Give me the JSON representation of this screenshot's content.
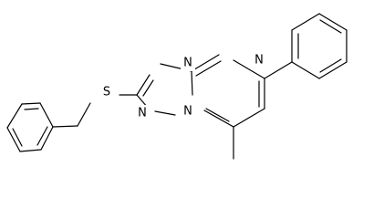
{
  "atoms": {
    "S": {
      "label": "S"
    },
    "N1": {
      "label": "N"
    },
    "N3": {
      "label": "N"
    },
    "N4": {
      "label": "N"
    },
    "N5": {
      "label": "N"
    }
  }
}
